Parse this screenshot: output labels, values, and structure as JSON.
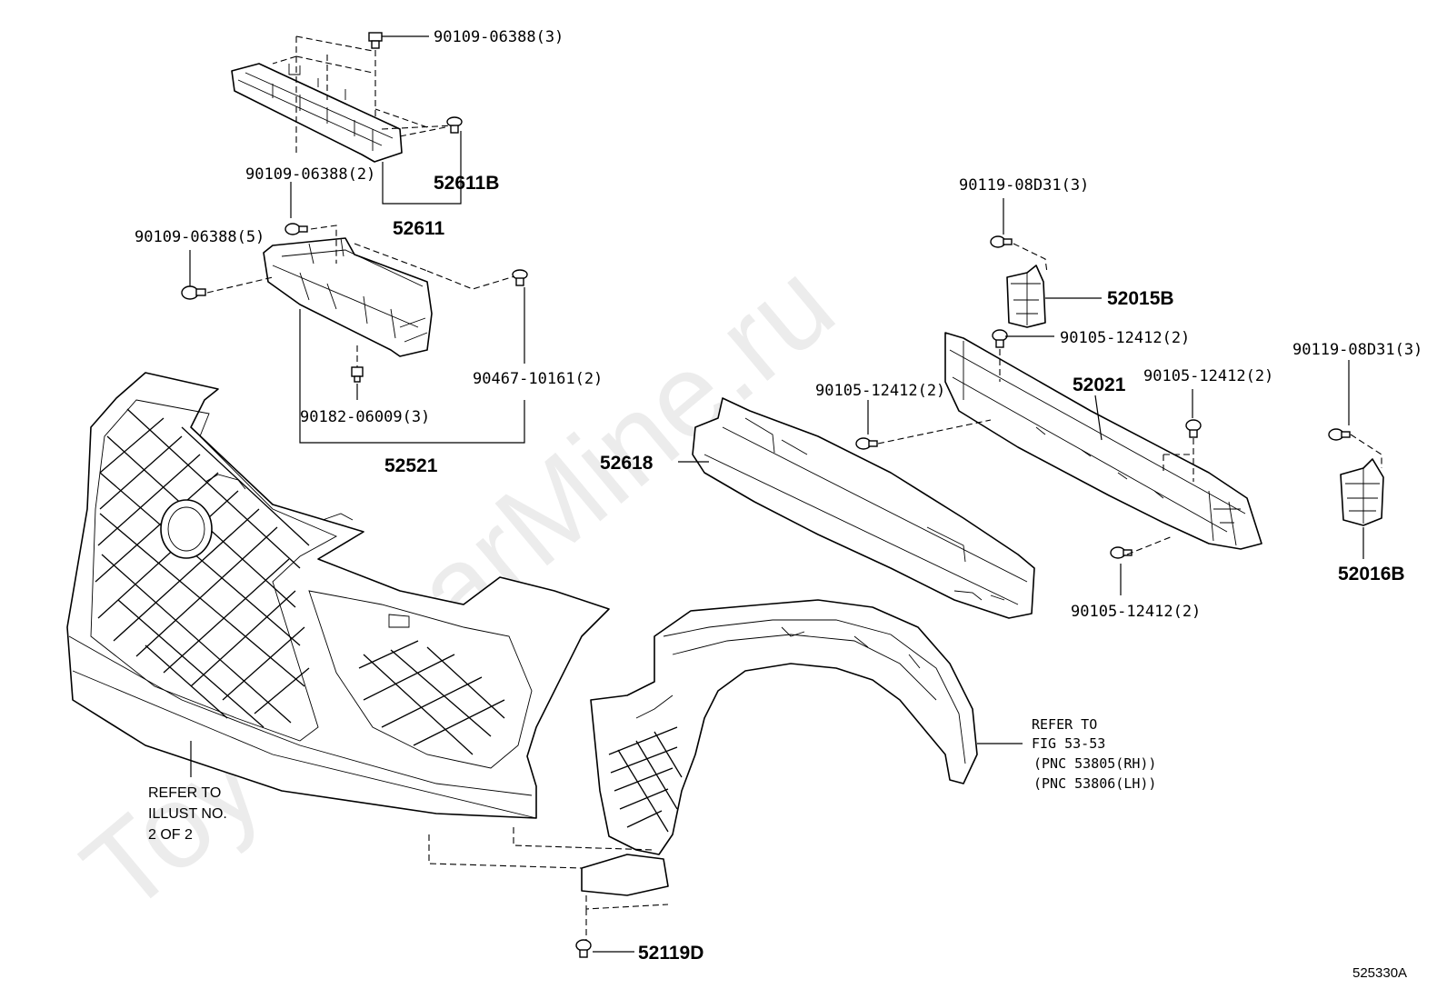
{
  "watermark": "ToyotaCarMine.ru",
  "illustration_id": "525330A",
  "callouts": {
    "c1": "90109-06388(3)",
    "c2": "52611B",
    "c3": "90109-06388(2)",
    "c4": "52611",
    "c5": "90109-06388(5)",
    "c6": "90467-10161(2)",
    "c7": "90182-06009(3)",
    "c8": "52521",
    "c9": "90119-08D31(3)",
    "c10": "52015B",
    "c11": "90105-12412(2)",
    "c12": "52021",
    "c13": "90105-12412(2)",
    "c14": "90105-12412(2)",
    "c15": "52618",
    "c16": "90119-08D31(3)",
    "c17": "52016B",
    "c18": "90105-12412(2)",
    "c19": "52119D"
  },
  "notes": {
    "refer_illust": [
      "REFER TO",
      "ILLUST NO.",
      "2 OF 2"
    ],
    "refer_fig": [
      "REFER TO",
      "FIG 53-53",
      "(PNC 53805(RH))",
      "(PNC 53806(LH))"
    ]
  }
}
